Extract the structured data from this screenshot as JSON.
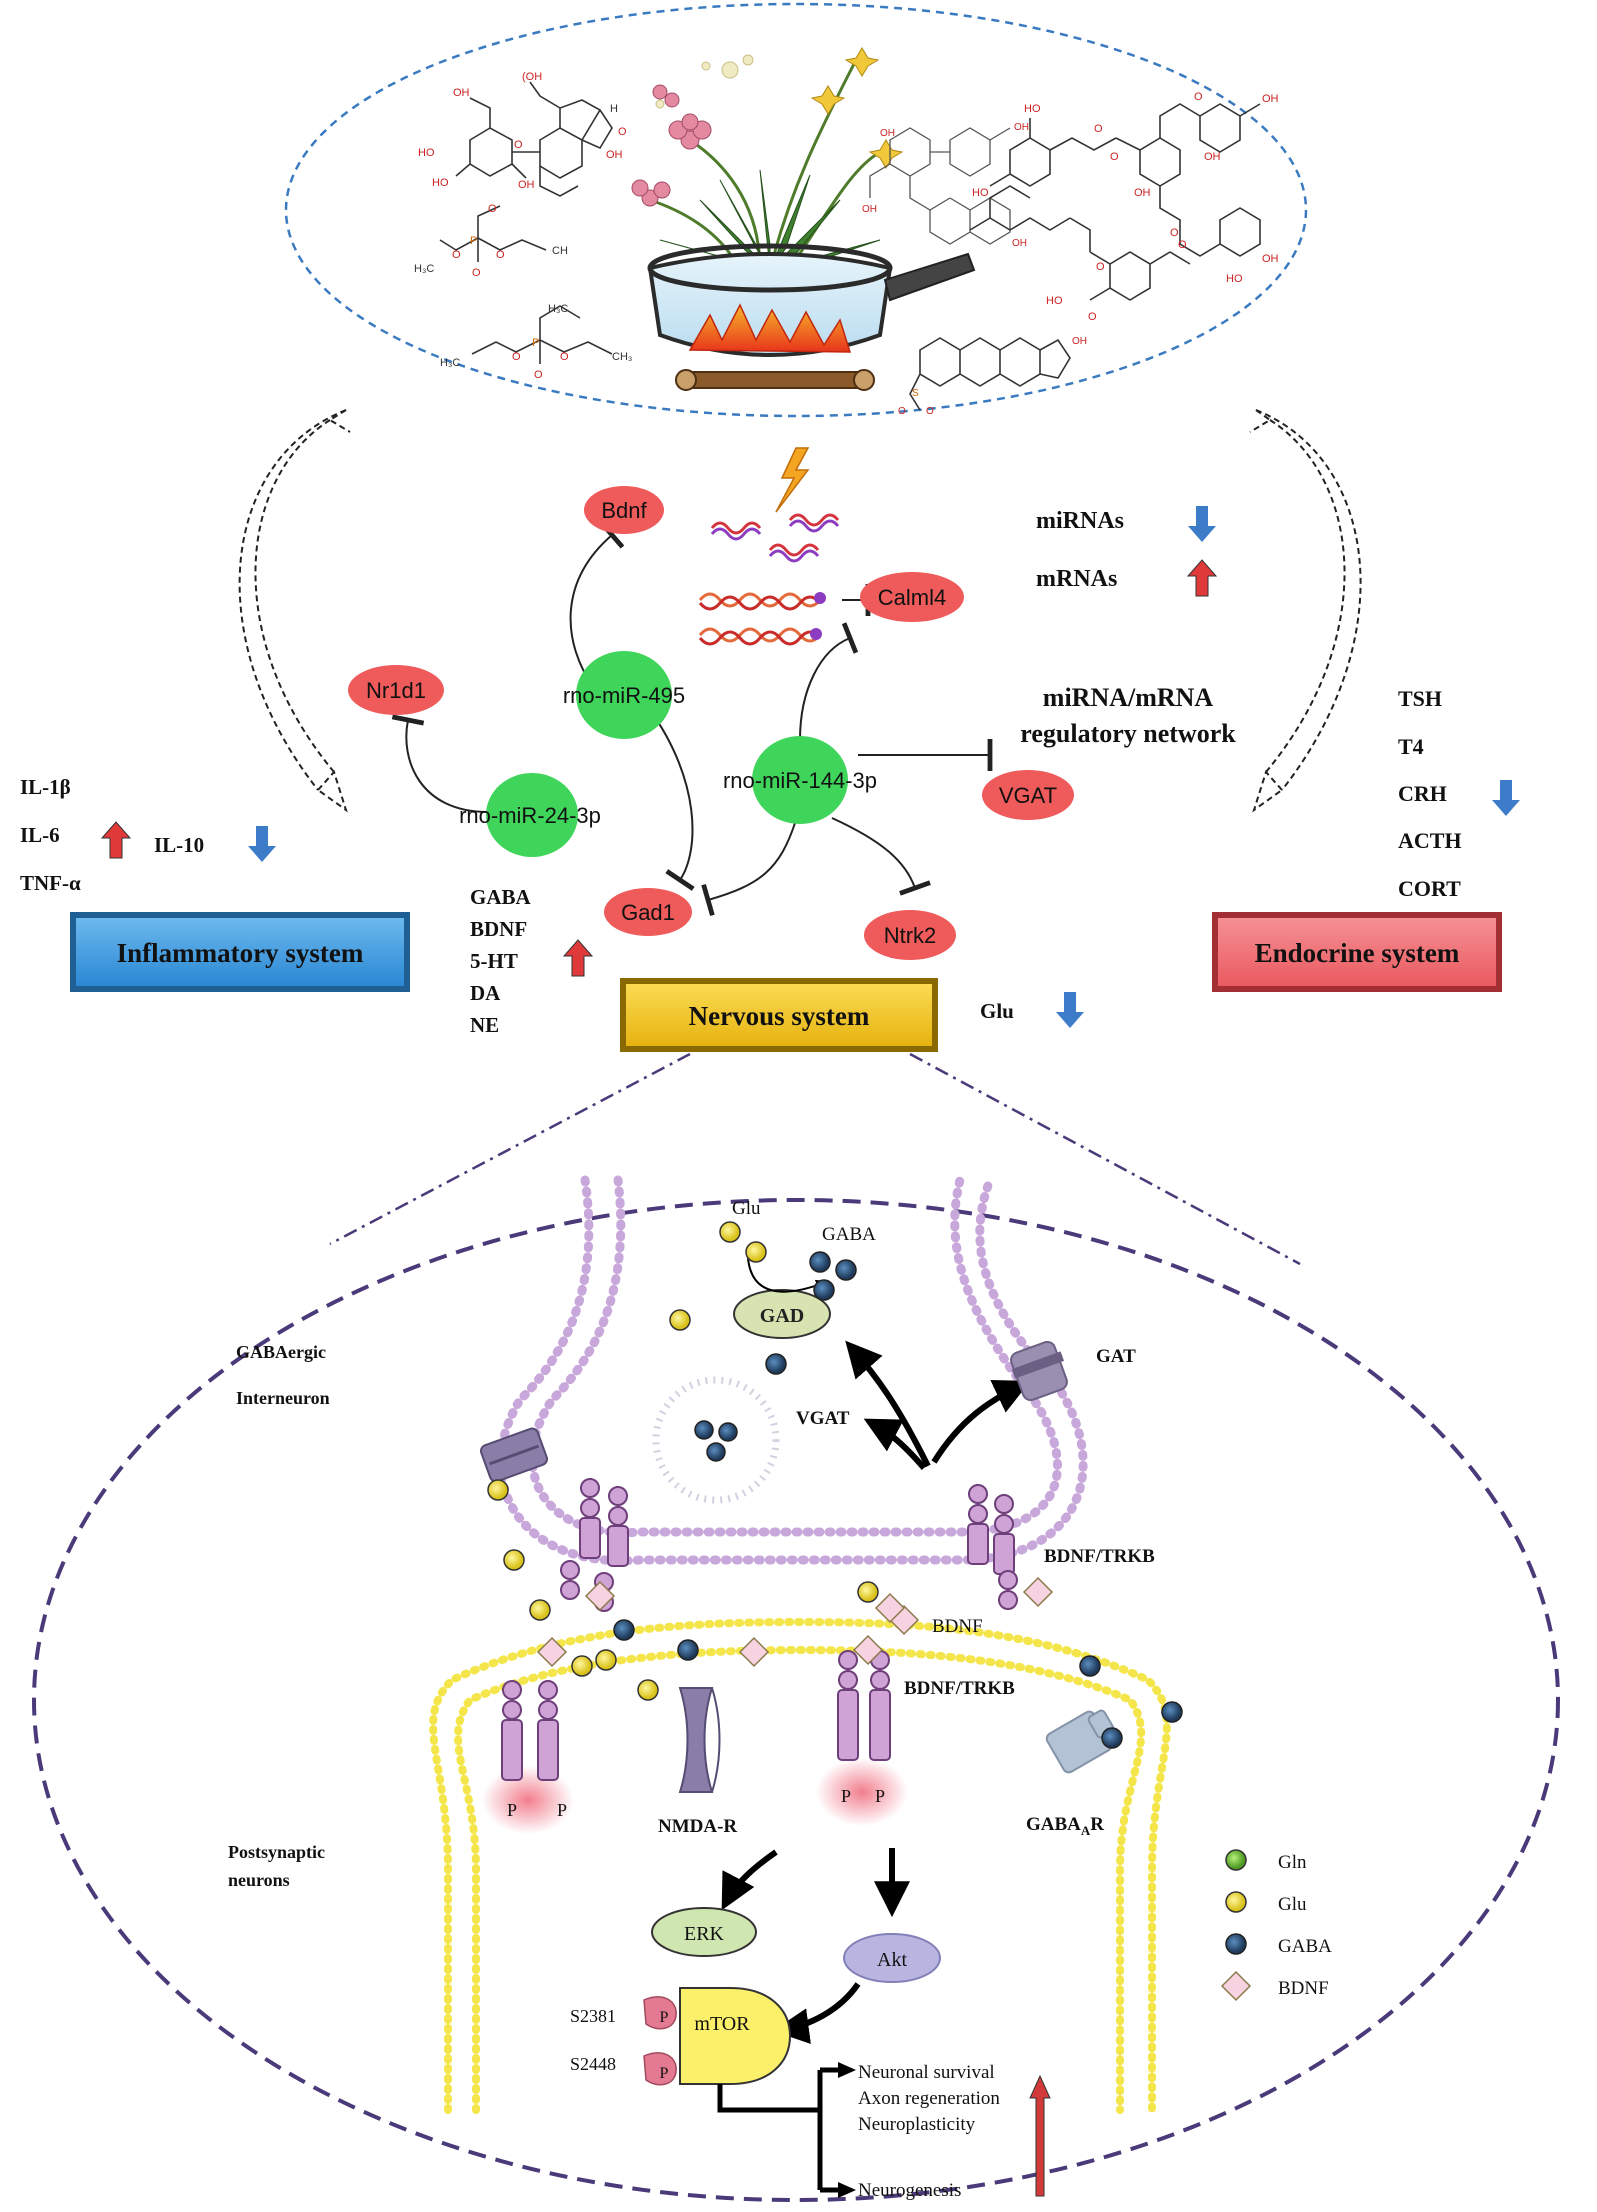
{
  "network": {
    "nodes": {
      "bdnf": "Bdnf",
      "calml4": "Calml4",
      "nr1d1": "Nr1d1",
      "mir495": "rno-miR-495",
      "mir24": "rno-miR-24-3p",
      "mir144": "rno-miR-144-3p",
      "vgat": "VGAT",
      "gad1": "Gad1",
      "ntrk2": "Ntrk2"
    },
    "legend": {
      "mirnas": "miRNAs",
      "mrnas": "mRNAs",
      "network_line1": "miRNA/mRNA",
      "network_line2": "regulatory network"
    }
  },
  "inflammatory": {
    "label": "Inflammatory system",
    "markers_up": [
      "IL-1β",
      "IL-6",
      "TNF-α"
    ],
    "marker_down": "IL-10"
  },
  "endocrine": {
    "label": "Endocrine system",
    "markers": [
      "TSH",
      "T4",
      "CRH",
      "ACTH",
      "CORT"
    ]
  },
  "nervous": {
    "label": "Nervous system",
    "markers_up": [
      "GABA",
      "BDNF",
      "5-HT",
      "DA",
      "NE"
    ],
    "marker_down": "Glu"
  },
  "synapse": {
    "glu_top": "Glu",
    "gaba_top": "GABA",
    "gad": "GAD",
    "vgat": "VGAT",
    "gat": "GAT",
    "interneuron_line1": "GABAergic",
    "interneuron_line2": "Interneuron",
    "bdnf_trkb_pre": "BDNF/TRKB",
    "bdnf_label": "BDNF",
    "bdnf_trkb_post": "BDNF/TRKB",
    "nmda": "NMDA-R",
    "gabaar_main": "GABA",
    "gabaar_sub": "A",
    "gabaar_end": "R",
    "postsyn_line1": "Postsynaptic",
    "postsyn_line2": "neurons",
    "erk": "ERK",
    "akt": "Akt",
    "mtor": "mTOR",
    "s2381": "S2381",
    "s2448": "S2448",
    "p": "P",
    "outcomes": [
      "Neuronal survival",
      "Axon regeneration",
      "Neuroplasticity",
      "Neurogenesis"
    ]
  },
  "legend": {
    "items": [
      {
        "label": "Gln",
        "color": "#7ec850"
      },
      {
        "label": "Glu",
        "color": "#f3e23a"
      },
      {
        "label": "GABA",
        "color": "#3a5a7c"
      },
      {
        "label": "BDNF",
        "color": "#f4c3d5"
      }
    ]
  },
  "colors": {
    "up_arrow": "#e0393a",
    "down_arrow": "#3d7cc9",
    "mirna_node": "#3fd45a",
    "mrna_node": "#ef5a5a",
    "inflammatory_box": "#3f9fe0",
    "endocrine_box": "#f06b70",
    "nervous_box": "#f5c91c",
    "membrane_lilac": "#c8a7da",
    "membrane_yellow": "#f4e64a",
    "dashed_purple": "#4a3a7a",
    "dashed_blue": "#3a7ac0"
  }
}
